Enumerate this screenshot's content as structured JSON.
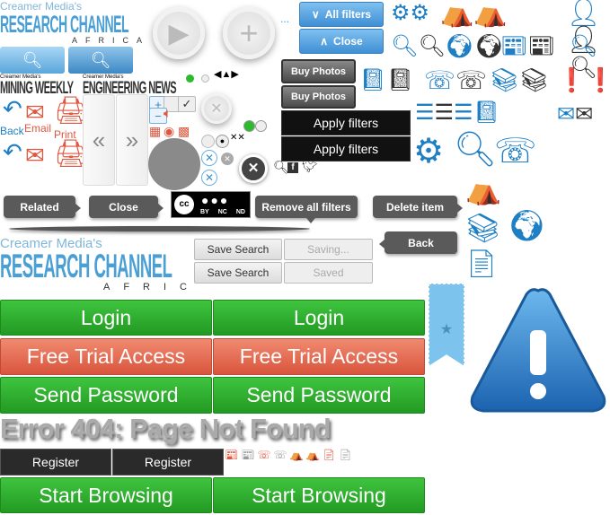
{
  "logo": {
    "creamer": "Creamer Media's",
    "research": "RESEARCH CHANNEL",
    "africa": "AFRICA"
  },
  "mini_logos": {
    "creamer": "Creamer Media's",
    "mining": "MINING WEEKLY",
    "engineering": "ENGINEERING NEWS"
  },
  "dots": "...",
  "filter_buttons": {
    "all_filters": "All filters",
    "close": "Close"
  },
  "buy_photos": [
    "Buy Photos",
    "Buy Photos"
  ],
  "apply_filters": [
    "Apply filters",
    "Apply filters"
  ],
  "actions": {
    "back": "Back",
    "email": "Email",
    "print": "Print"
  },
  "tooltips": {
    "related": "Related",
    "close": "Close",
    "remove_all": "Remove all filters",
    "delete": "Delete item",
    "back": "Back"
  },
  "cc_badge": {
    "by": "BY",
    "nc": "NC",
    "nd": "ND",
    "cc": "cc"
  },
  "save_search": {
    "save1": "Save Search",
    "saving": "Saving...",
    "save2": "Save Search",
    "saved": "Saved"
  },
  "buttons": {
    "login": "Login",
    "free_trial": "Free Trial Access",
    "send_password": "Send Password",
    "register": "Register",
    "start_browsing": "Start Browsing"
  },
  "error": "Error 404: Page Not Found",
  "colors": {
    "blue": "#1f7fc4",
    "green": "#2aa52a",
    "red": "#e0573f",
    "dark": "#333333"
  }
}
